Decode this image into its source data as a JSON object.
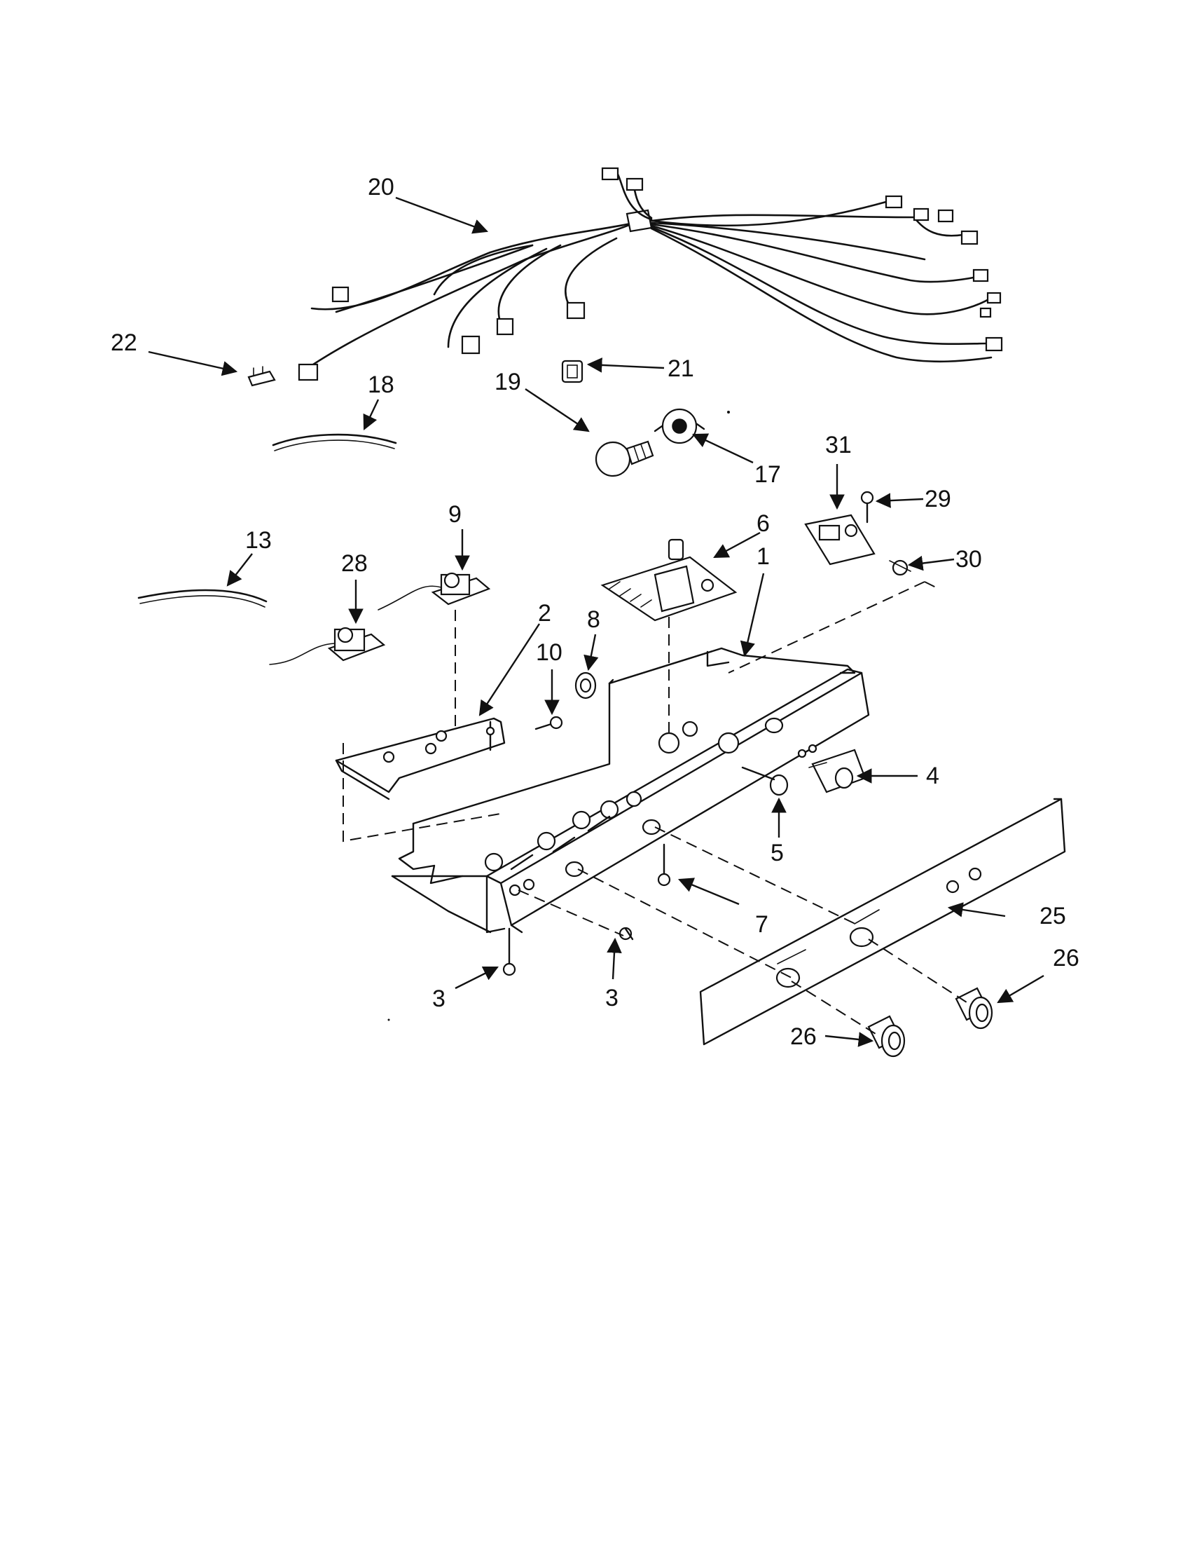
{
  "diagram": {
    "callouts": [
      {
        "id": "20",
        "label": "20"
      },
      {
        "id": "22",
        "label": "22"
      },
      {
        "id": "21",
        "label": "21"
      },
      {
        "id": "18",
        "label": "18"
      },
      {
        "id": "19",
        "label": "19"
      },
      {
        "id": "17",
        "label": "17"
      },
      {
        "id": "31",
        "label": "31"
      },
      {
        "id": "29",
        "label": "29"
      },
      {
        "id": "30",
        "label": "30"
      },
      {
        "id": "13",
        "label": "13"
      },
      {
        "id": "9",
        "label": "9"
      },
      {
        "id": "6",
        "label": "6"
      },
      {
        "id": "1",
        "label": "1"
      },
      {
        "id": "28",
        "label": "28"
      },
      {
        "id": "2",
        "label": "2"
      },
      {
        "id": "8",
        "label": "8"
      },
      {
        "id": "10",
        "label": "10"
      },
      {
        "id": "4",
        "label": "4"
      },
      {
        "id": "5",
        "label": "5"
      },
      {
        "id": "7",
        "label": "7"
      },
      {
        "id": "25",
        "label": "25"
      },
      {
        "id": "26a",
        "label": "26"
      },
      {
        "id": "3a",
        "label": "3"
      },
      {
        "id": "3b",
        "label": "3"
      },
      {
        "id": "26b",
        "label": "26"
      }
    ]
  },
  "colors": {
    "ink": "#111111",
    "paper": "#ffffff"
  }
}
